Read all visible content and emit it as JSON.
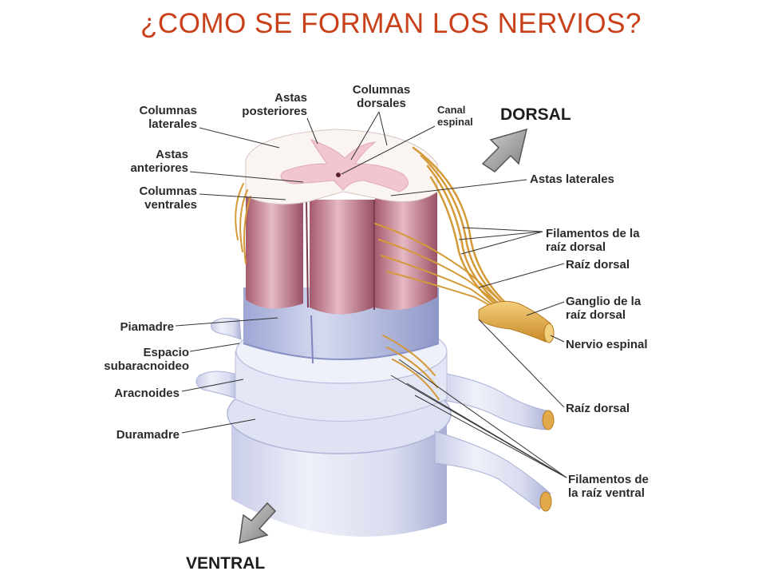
{
  "title": "¿COMO SE FORMAN LOS NERVIOS?",
  "directions": {
    "dorsal": "DORSAL",
    "ventral": "VENTRAL"
  },
  "labels": {
    "columnas_laterales": [
      "Columnas",
      "laterales"
    ],
    "astas_posteriores": [
      "Astas",
      "posteriores"
    ],
    "columnas_dorsales": [
      "Columnas",
      "dorsales"
    ],
    "canal_espinal": [
      "Canal",
      "espinal"
    ],
    "astas_anteriores": [
      "Astas",
      "anteriores"
    ],
    "columnas_ventrales": [
      "Columnas",
      "ventrales"
    ],
    "astas_laterales": [
      "Astas laterales"
    ],
    "filamentos_raiz_dorsal": [
      "Filamentos de la",
      "raíz dorsal"
    ],
    "raiz_dorsal_top": [
      "Raíz dorsal"
    ],
    "ganglio_raiz_dorsal": [
      "Ganglio de la",
      "raíz dorsal"
    ],
    "nervio_espinal": [
      "Nervio espinal"
    ],
    "raiz_dorsal_bottom": [
      "Raíz dorsal"
    ],
    "filamentos_raiz_ventral": [
      "Filamentos de",
      "la raíz ventral"
    ],
    "piamadre": [
      "Piamadre"
    ],
    "espacio_subaracnoideo": [
      "Espacio",
      "subaracnoideo"
    ],
    "aracnoides": [
      "Aracnoides"
    ],
    "duramadre": [
      "Duramadre"
    ]
  },
  "colors": {
    "title": "#c8411a",
    "white_matter_pink": "#d9a0ad",
    "white_matter_dark": "#a65a6e",
    "gray_matter": "#f2c6cf",
    "cross_section": "#fbf5f2",
    "pia": "#b7bde0",
    "membrane_light": "#e8ebf7",
    "membrane_shade": "#aab0d6",
    "nerve": "#e2a94a",
    "nerve_dark": "#b57b22",
    "arrow": "#9a9a9a"
  }
}
